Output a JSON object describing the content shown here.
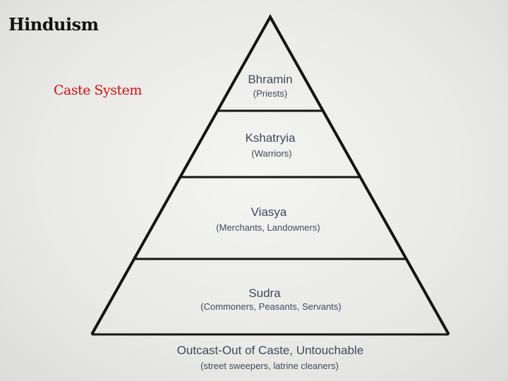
{
  "slide": {
    "title": "Hinduism",
    "subtitle": "Caste System"
  },
  "pyramid": {
    "tiers": [
      {
        "name": "Bhramin",
        "desc": "(Priests)"
      },
      {
        "name": "Kshatryia",
        "desc": "(Warriors)"
      },
      {
        "name": "Viasya",
        "desc": "(Merchants, Landowners)"
      },
      {
        "name": "Sudra",
        "desc": "(Commoners, Peasants, Servants)"
      }
    ],
    "outside": {
      "name": "Outcast-Out of Caste, Untouchable",
      "desc": "(street sweepers, latrine cleaners)"
    },
    "colors": {
      "line": "#141414",
      "text": "#3f4a5a",
      "title": "#111111",
      "subtitle": "#cc1111"
    }
  }
}
